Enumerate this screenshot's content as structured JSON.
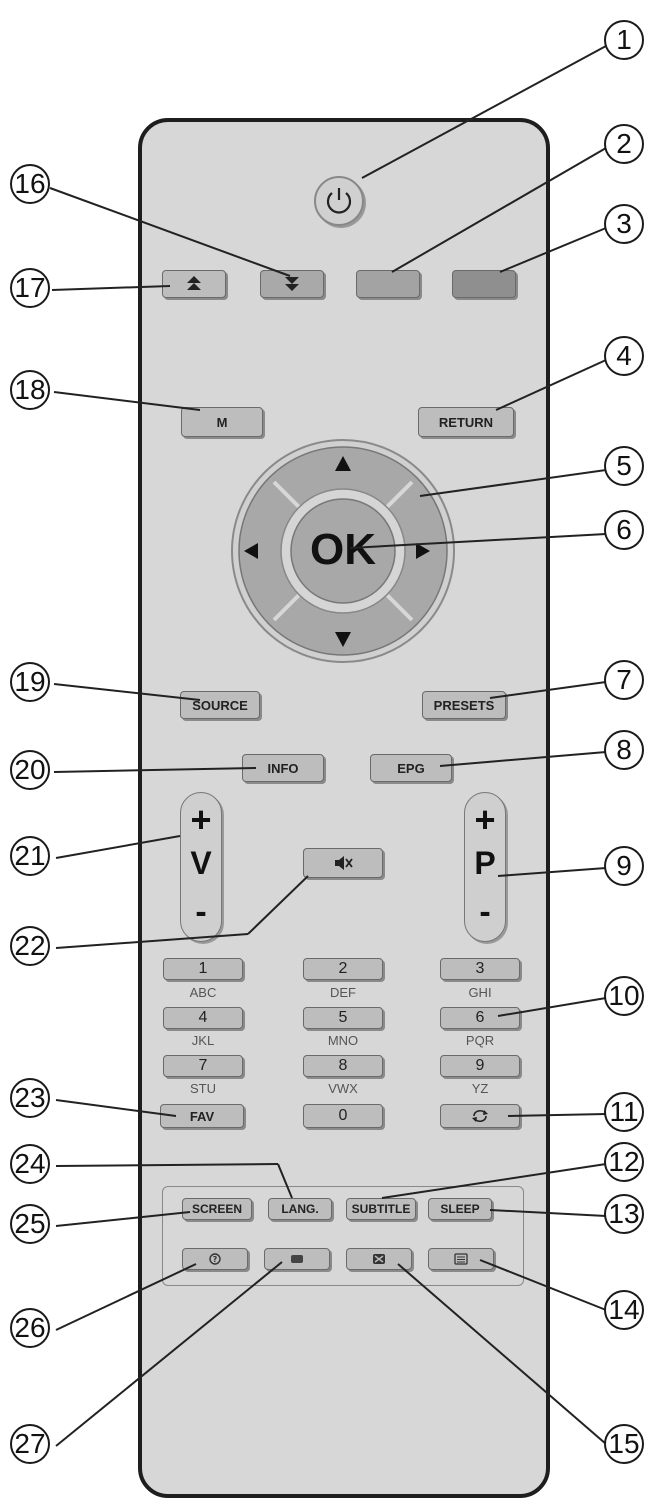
{
  "callouts": [
    "1",
    "2",
    "3",
    "4",
    "5",
    "6",
    "7",
    "8",
    "9",
    "10",
    "11",
    "12",
    "13",
    "14",
    "15",
    "16",
    "17",
    "18",
    "19",
    "20",
    "21",
    "22",
    "23",
    "24",
    "25",
    "26",
    "27"
  ],
  "buttons": {
    "m": "M",
    "return": "RETURN",
    "ok": "OK",
    "source": "SOURCE",
    "presets": "PRESETS",
    "info": "INFO",
    "epg": "EPG",
    "fav": "FAV",
    "screen": "SCREEN",
    "lang": "LANG.",
    "subtitle": "SUBTITLE",
    "sleep": "SLEEP"
  },
  "volume": {
    "plus": "+",
    "label": "V",
    "minus": "-"
  },
  "program": {
    "plus": "+",
    "label": "P",
    "minus": "-"
  },
  "keypad": [
    {
      "num": "1",
      "letters": "ABC"
    },
    {
      "num": "2",
      "letters": "DEF"
    },
    {
      "num": "3",
      "letters": "GHI"
    },
    {
      "num": "4",
      "letters": "JKL"
    },
    {
      "num": "5",
      "letters": "MNO"
    },
    {
      "num": "6",
      "letters": "PQR"
    },
    {
      "num": "7",
      "letters": "STU"
    },
    {
      "num": "8",
      "letters": "VWX"
    },
    {
      "num": "9",
      "letters": "YZ"
    },
    {
      "num": "0",
      "letters": ""
    }
  ],
  "colors": {
    "red_key": "#a3a3a3",
    "green_key": "#8f8f8f",
    "body": "#d7d7d7"
  },
  "icons": {
    "power": "power-icon",
    "up_arrow": "double-up-arrow-icon",
    "down_arrow": "double-down-arrow-icon",
    "mute": "mute-icon",
    "swap": "swap-icon",
    "teletext": "teletext-icons"
  }
}
